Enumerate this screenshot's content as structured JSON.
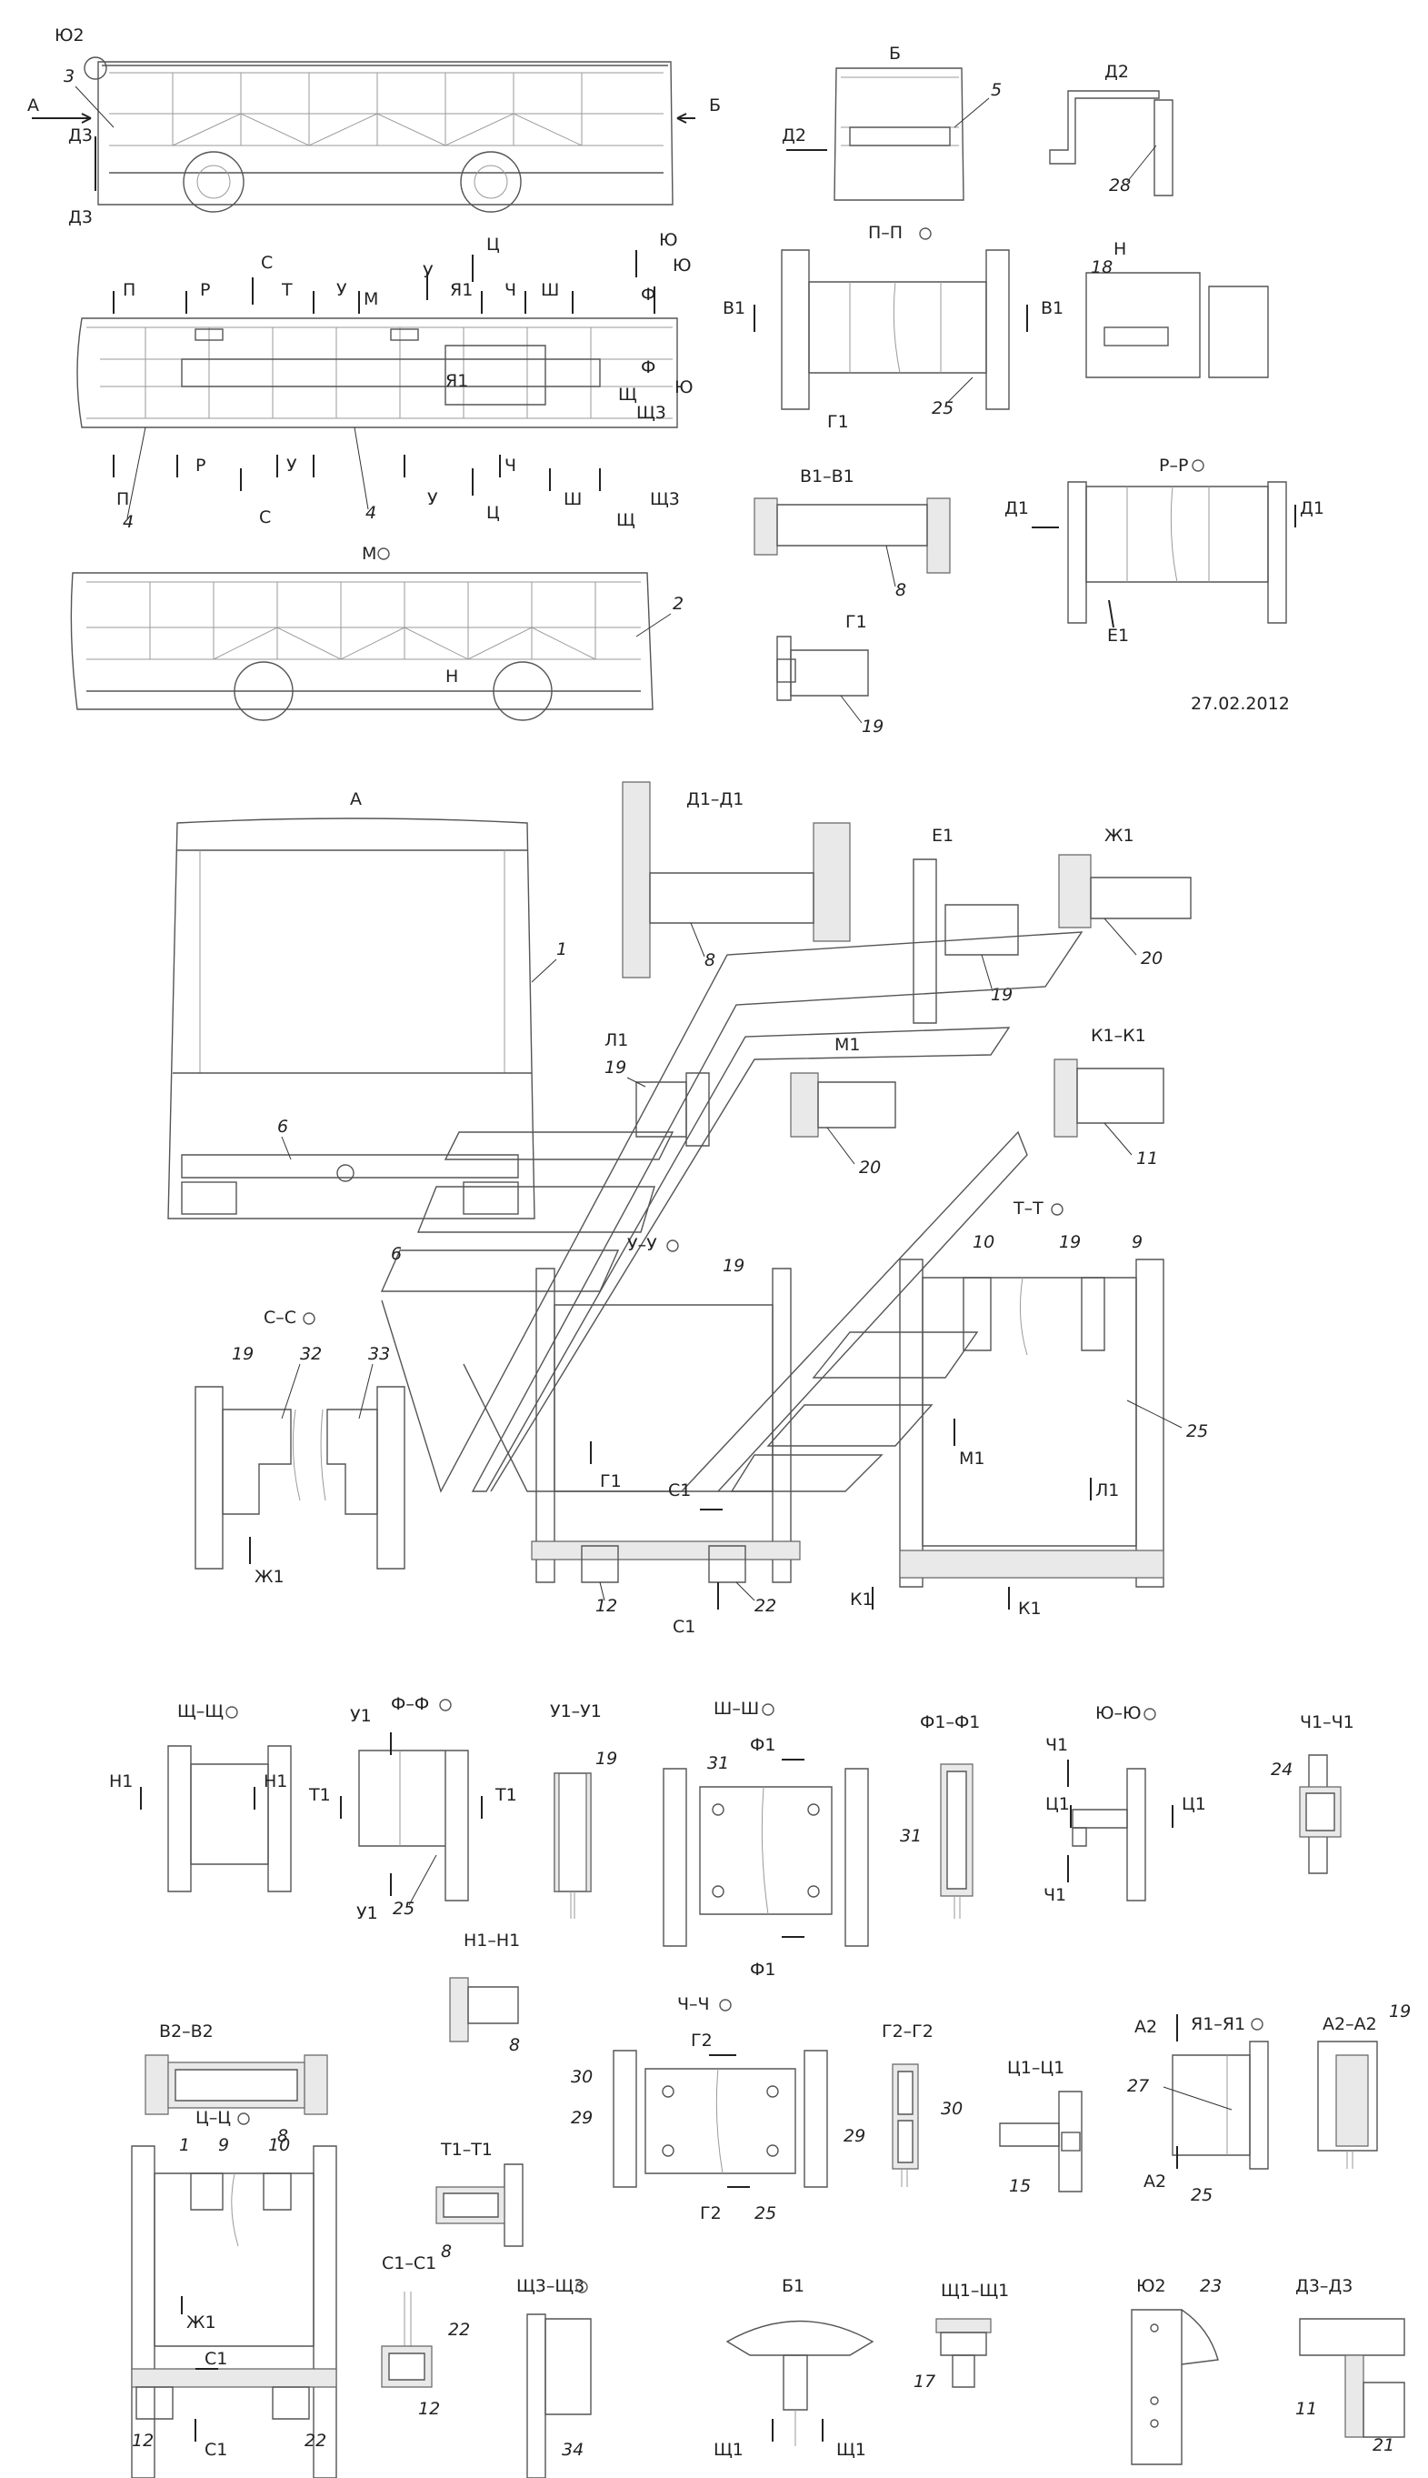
{
  "date": "27.02.2012",
  "top_views": {
    "side_left": {
      "labels": [
        "Ю2",
        "3",
        "А",
        "Д3",
        "Д3",
        "Б"
      ]
    },
    "rear_b": {
      "title": "Б",
      "labels": [
        "5",
        "Д2"
      ]
    },
    "d2_view": {
      "title": "Д2",
      "labels": [
        "28"
      ]
    },
    "plan": {
      "labels_top": [
        "П",
        "Р",
        "С",
        "Т",
        "У",
        "М",
        "У",
        "Я1",
        "Ц",
        "Ч",
        "Ш",
        "Ю",
        "Ю",
        "Ф"
      ],
      "labels_bottom": [
        "П",
        "Р",
        "С",
        "У",
        "У",
        "Ц",
        "Ч",
        "Ш",
        "Щ",
        "Щ3"
      ],
      "labels_right": [
        "Я1",
        "Ф",
        "Ю",
        "Щ",
        "Щ3"
      ],
      "leaders": [
        "4",
        "4"
      ]
    },
    "side_m": {
      "title": "М",
      "labels": [
        "2",
        "Н"
      ]
    },
    "pp": {
      "title": "П–П",
      "labels": [
        "В1",
        "В1",
        "Г1",
        "25"
      ]
    },
    "h_view": {
      "title": "Н",
      "labels": [
        "18"
      ]
    },
    "v1v1": {
      "title": "В1–В1",
      "labels": [
        "8"
      ]
    },
    "rr": {
      "title": "Р–Р",
      "labels": [
        "Д1",
        "Д1",
        "Е1"
      ]
    },
    "g1": {
      "title": "Г1",
      "labels": [
        "19"
      ]
    }
  },
  "middle_views": {
    "a_view": {
      "title": "А",
      "labels": [
        "1",
        "6"
      ]
    },
    "d1d1": {
      "title": "Д1–Д1",
      "labels": [
        "8"
      ]
    },
    "e1": {
      "title": "Е1",
      "labels": [
        "19"
      ]
    },
    "zh1": {
      "title": "Ж1",
      "labels": [
        "20"
      ]
    },
    "l1": {
      "title": "Л1",
      "labels": [
        "19"
      ]
    },
    "m1": {
      "title": "М1",
      "labels": [
        "20"
      ]
    },
    "k1k1": {
      "title": "К1–К1",
      "labels": [
        "11"
      ]
    },
    "cc": {
      "title": "С–С",
      "labels": [
        "19",
        "32",
        "33",
        "Ж1"
      ]
    },
    "uu": {
      "title": "У–У",
      "labels": [
        "19",
        "Г1",
        "С1",
        "С1",
        "12",
        "22"
      ]
    },
    "tt": {
      "title": "Т–Т",
      "labels": [
        "10",
        "19",
        "9",
        "25",
        "М1",
        "Л1",
        "К1",
        "К1"
      ]
    },
    "overlay_label": "6"
  },
  "bottom_views": {
    "shsh": {
      "title": "Щ–Щ",
      "labels": [
        "Н1",
        "Н1"
      ]
    },
    "ff": {
      "title": "Ф–Ф",
      "labels": [
        "У1",
        "Т1",
        "Т1",
        "У1",
        "25"
      ]
    },
    "u1u1": {
      "title": "У1–У1",
      "labels": [
        "19"
      ]
    },
    "wsh": {
      "title": "Ш–Ш",
      "labels": [
        "31",
        "Ф1",
        "Ф1"
      ]
    },
    "f1f1": {
      "title": "Ф1–Ф1",
      "labels": [
        "31"
      ]
    },
    "yuyu": {
      "title": "Ю–Ю",
      "labels": [
        "Ч1",
        "Ц1",
        "Ц1",
        "Ч1"
      ]
    },
    "ch1ch1": {
      "title": "Ч1–Ч1",
      "labels": [
        "24"
      ]
    },
    "n1n1": {
      "title": "Н1–Н1",
      "labels": [
        "8"
      ]
    },
    "v2v2": {
      "title": "В2–В2",
      "labels": [
        "8"
      ]
    },
    "chch": {
      "title": "Ч–Ч",
      "labels": [
        "Г2",
        "30",
        "29",
        "Г2",
        "25"
      ]
    },
    "g2g2": {
      "title": "Г2–Г2",
      "labels": [
        "29",
        "30"
      ]
    },
    "ts1ts1": {
      "title": "Ц1–Ц1",
      "labels": [
        "15"
      ]
    },
    "ya1ya1": {
      "title": "Я1–Я1",
      "labels": [
        "А2",
        "27",
        "А2",
        "25"
      ]
    },
    "a2a2": {
      "title": "А2–А2",
      "labels": [
        "19"
      ]
    },
    "tsts": {
      "title": "Ц–Ц",
      "labels": [
        "1",
        "9",
        "10",
        "Ж1",
        "С1",
        "С1",
        "12",
        "22"
      ]
    },
    "t1t1": {
      "title": "Т1–Т1",
      "labels": [
        "8"
      ]
    },
    "s1s1": {
      "title": "С1–С1",
      "labels": [
        "22",
        "12"
      ]
    },
    "shch3": {
      "title": "Щ3–Щ3",
      "labels": [
        "34"
      ]
    },
    "b1": {
      "title": "Б1",
      "labels": [
        "Щ1",
        "Щ1"
      ]
    },
    "shch1": {
      "title": "Щ1–Щ1",
      "labels": [
        "17"
      ]
    },
    "yu2": {
      "title": "Ю2",
      "labels": [
        "23"
      ]
    },
    "d3d3": {
      "title": "Д3–Д3",
      "labels": [
        "11",
        "21"
      ]
    }
  }
}
